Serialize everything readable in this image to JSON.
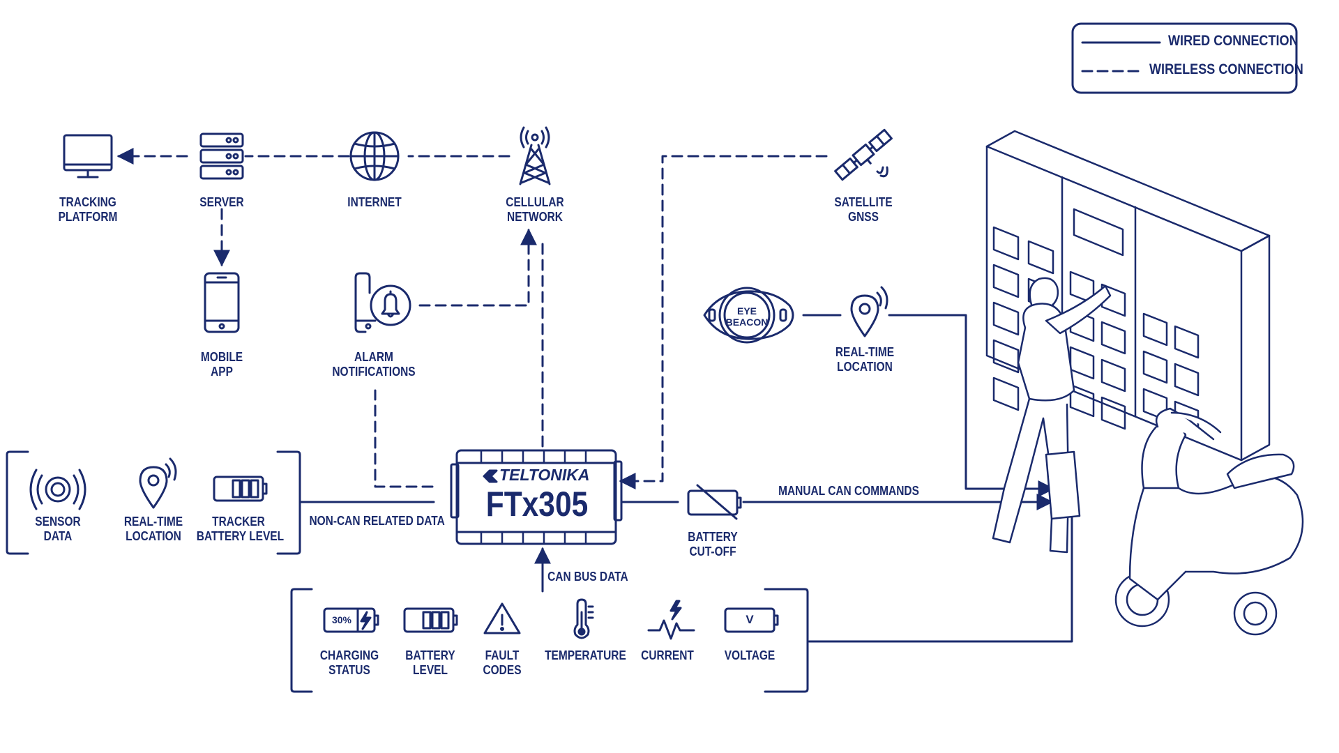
{
  "legend": {
    "wired": "WIRED CONNECTION",
    "wireless": "WIRELESS CONNECTION"
  },
  "top_row": {
    "tracking_platform": [
      "TRACKING",
      "PLATFORM"
    ],
    "server": [
      "SERVER"
    ],
    "internet": [
      "INTERNET"
    ],
    "cellular_network": [
      "CELLULAR",
      "NETWORK"
    ],
    "satellite_gnss": [
      "SATELLITE",
      "GNSS"
    ]
  },
  "mobile_app": [
    "MOBILE",
    "APP"
  ],
  "alarm_notifications": [
    "ALARM",
    "NOTIFICATIONS"
  ],
  "eye_beacon": {
    "text": [
      "EYE",
      "BEACON"
    ],
    "location": [
      "REAL-TIME",
      "LOCATION"
    ]
  },
  "left_group": {
    "sensor_data": [
      "SENSOR",
      "DATA"
    ],
    "real_time_location": [
      "REAL-TIME",
      "LOCATION"
    ],
    "tracker_battery_level": [
      "TRACKER",
      "BATTERY LEVEL"
    ],
    "link_label": "NON-CAN RELATED DATA"
  },
  "device": {
    "brand": "TELTONIKA",
    "model": "FTx305"
  },
  "battery_cutoff": [
    "BATTERY",
    "CUT-OFF"
  ],
  "manual_can_commands": "MANUAL CAN COMMANDS",
  "can_bus_data": "CAN BUS DATA",
  "can_group": {
    "charging_status": [
      "CHARGING",
      "STATUS"
    ],
    "charging_percent": "30%",
    "battery_level": [
      "BATTERY",
      "LEVEL"
    ],
    "fault_codes": [
      "FAULT",
      "CODES"
    ],
    "temperature": [
      "TEMPERATURE"
    ],
    "current": [
      "CURRENT"
    ],
    "voltage": [
      "VOLTAGE"
    ],
    "voltage_symbol": "V"
  },
  "colors": {
    "primary": "#1a2a6c",
    "background": "#ffffff"
  }
}
